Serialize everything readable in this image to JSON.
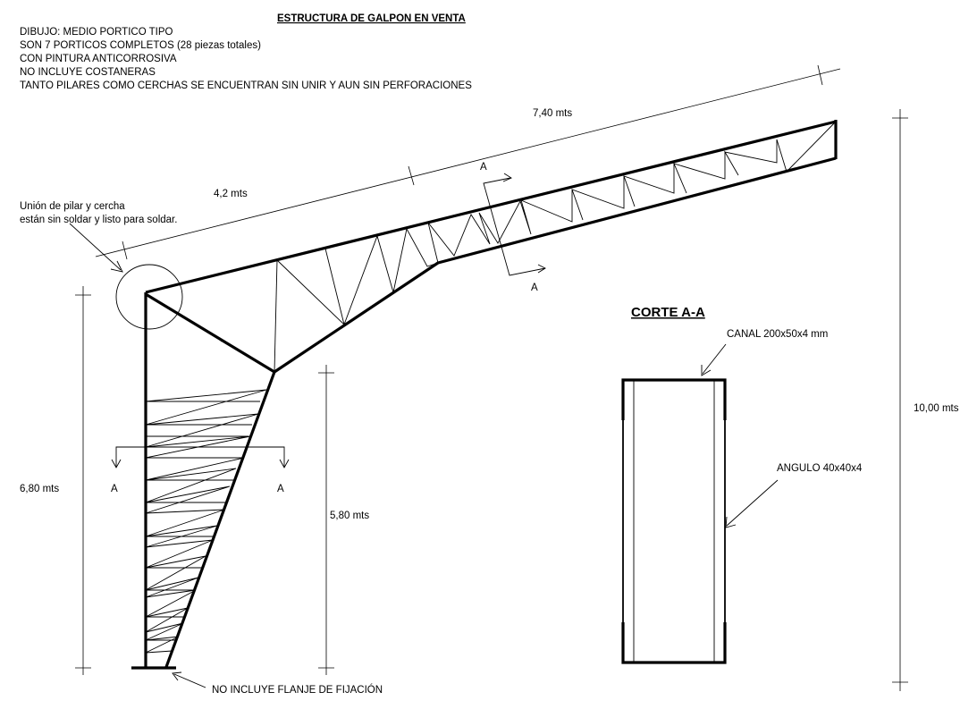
{
  "title": "ESTRUCTURA DE GALPON EN VENTA",
  "notes": [
    "DIBUJO: MEDIO PORTICO TIPO",
    "SON 7 PORTICOS COMPLETOS (28 piezas totales)",
    "CON PINTURA ANTICORROSIVA",
    "NO INCLUYE COSTANERAS",
    "TANTO PILARES COMO CERCHAS SE ENCUENTRAN SIN UNIR Y AUN SIN PERFORACIONES"
  ],
  "dimensions": {
    "roof_total": "7,40 mts",
    "roof_partial": "4,2 mts",
    "column_height": "6,80 mts",
    "inner_height": "5,80 mts",
    "total_height": "10,00 mts"
  },
  "annotations": {
    "union_line1": "Unión de pilar y cercha",
    "union_line2": "están sin soldar y listo para soldar.",
    "base_note": "NO INCLUYE FLANJE DE FIJACIÓN",
    "section_title": "CORTE A-A",
    "canal": "CANAL 200x50x4 mm",
    "angulo": "ANGULO 40x40x4",
    "section_mark": "A"
  }
}
